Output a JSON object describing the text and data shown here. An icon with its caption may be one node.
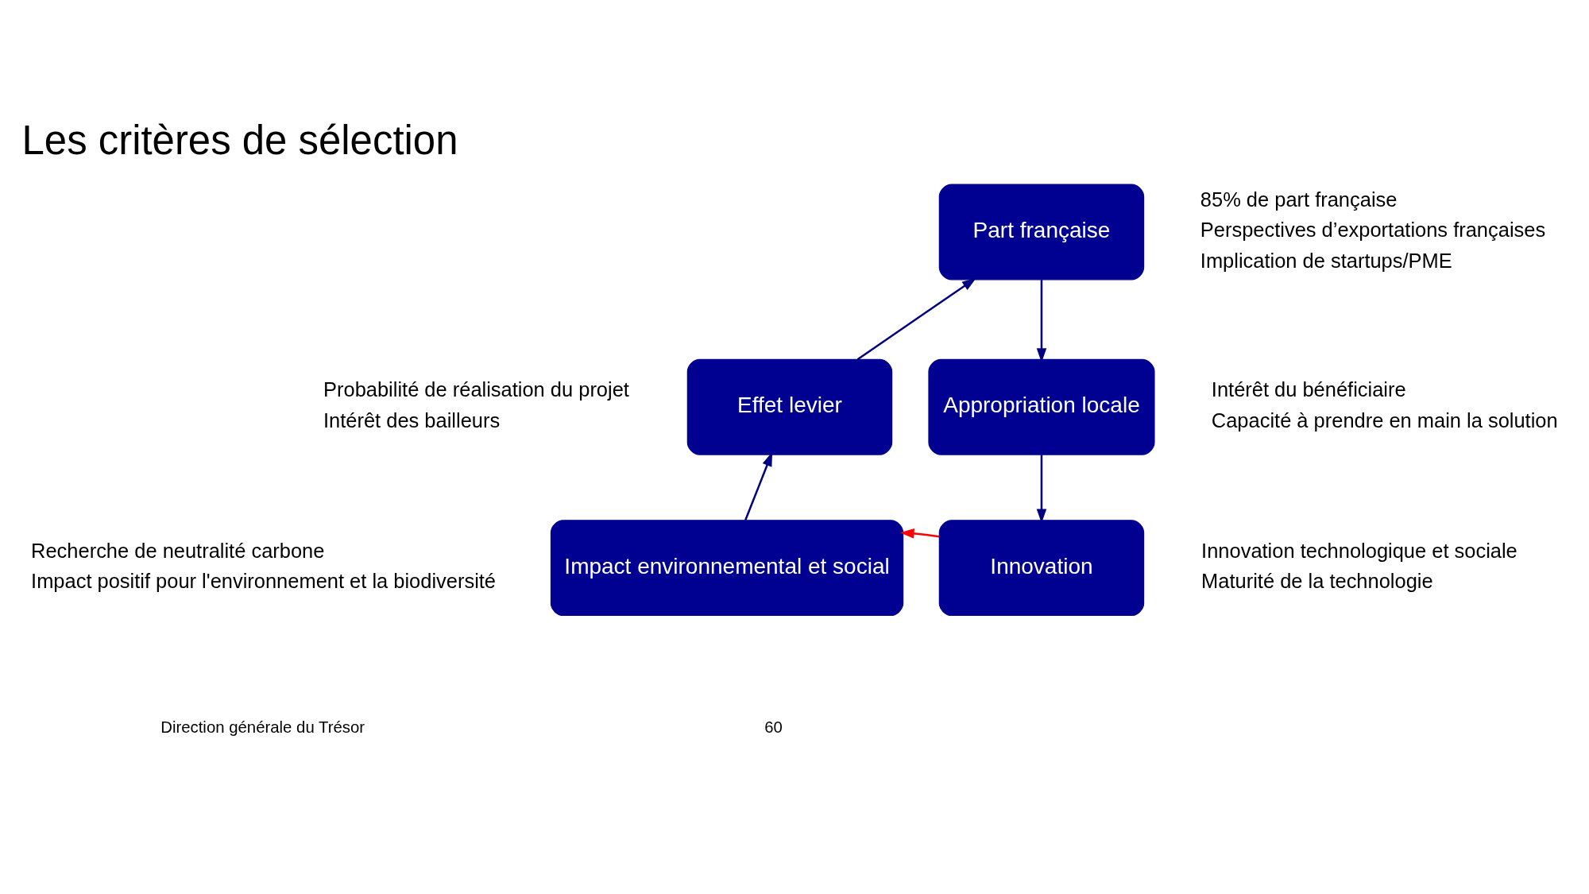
{
  "diagram": {
    "title": "Les critères de sélection",
    "nodes": [
      {
        "text": [
          "Part française"
        ],
        "beside": [
          "85% de part française",
          "Perspectives d’exportations françaises",
          "Implication de startups/PME"
        ]
      },
      {
        "text": [
          "Effet levier"
        ],
        "beside": [
          "Probabilité de réalisation du projet",
          "Intérêt des bailleurs"
        ]
      },
      {
        "text": [
          "Appropriation locale"
        ],
        "beside": [
          "Intérêt du bénéficiaire",
          "Capacité à prendre en main la solution"
        ]
      },
      {
        "text": [
          "Impact environnemental et social"
        ],
        "beside": [
          "Recherche de neutralité carbone",
          "Impact positif pour l'environnement et la biodiversité"
        ]
      },
      {
        "text": [
          "Innovation"
        ],
        "beside": [
          "Innovation technologique et sociale",
          "Maturité de la technologie"
        ]
      }
    ],
    "edges": [
      {
        "from": 0,
        "to": 2,
        "arrow": "to"
      },
      {
        "from": 2,
        "to": 4,
        "arrow": "to"
      },
      {
        "from": 4,
        "to": 3,
        "arrow": "to",
        "color": "#ff0000"
      },
      {
        "from": 3,
        "to": 1,
        "arrow": "to"
      },
      {
        "from": 1,
        "to": 0,
        "arrow": "to"
      }
    ],
    "labels": [
      "Direction générale du Trésor",
      "60"
    ]
  }
}
